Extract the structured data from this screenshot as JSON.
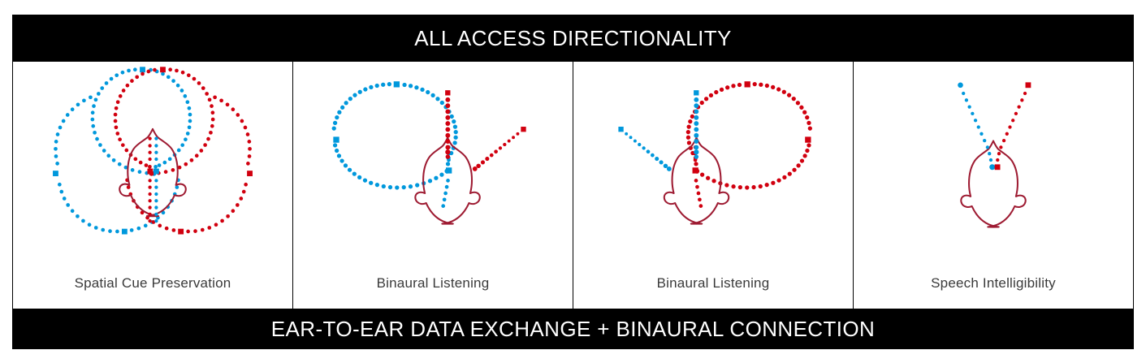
{
  "header": {
    "title": "ALL ACCESS DIRECTIONALITY"
  },
  "footer": {
    "title": "EAR-TO-EAR DATA EXCHANGE + BINAURAL CONNECTION"
  },
  "colors": {
    "blue": "#0098DC",
    "red": "#D1000F",
    "head_outline": "#9E1B32",
    "banner_background": "#000000",
    "banner_text": "#FFFFFF",
    "caption_text": "#3A3A3A",
    "border": "#000000",
    "panel_background": "#FFFFFF"
  },
  "panels": [
    {
      "caption": "Spatial Cue Preservation",
      "pattern": "omnidirectional-both-ears",
      "left_shape": "full-circle",
      "right_shape": "full-circle",
      "description": "Two overlapping dotted circles, blue on the left ear and red on the right ear, centred on a top-down head outline."
    },
    {
      "caption": "Binaural Listening",
      "pattern": "left-omni-right-directional",
      "left_shape": "full-circle",
      "right_shape": "narrow-beams",
      "description": "Blue omnidirectional circle on the left ear; red narrow beams pointing forward and to the upper right."
    },
    {
      "caption": "Binaural Listening",
      "pattern": "left-directional-right-omni",
      "left_shape": "narrow-beams",
      "right_shape": "full-circle",
      "description": "Blue narrow beams pointing forward and to the upper left; red omnidirectional circle on the right ear."
    },
    {
      "caption": "Speech Intelligibility",
      "pattern": "both-narrow-directional",
      "left_shape": "narrow-beams",
      "right_shape": "narrow-beams",
      "description": "Both blue and red narrow beams converge forward on the head in a tight V, focusing on speech in front."
    }
  ]
}
